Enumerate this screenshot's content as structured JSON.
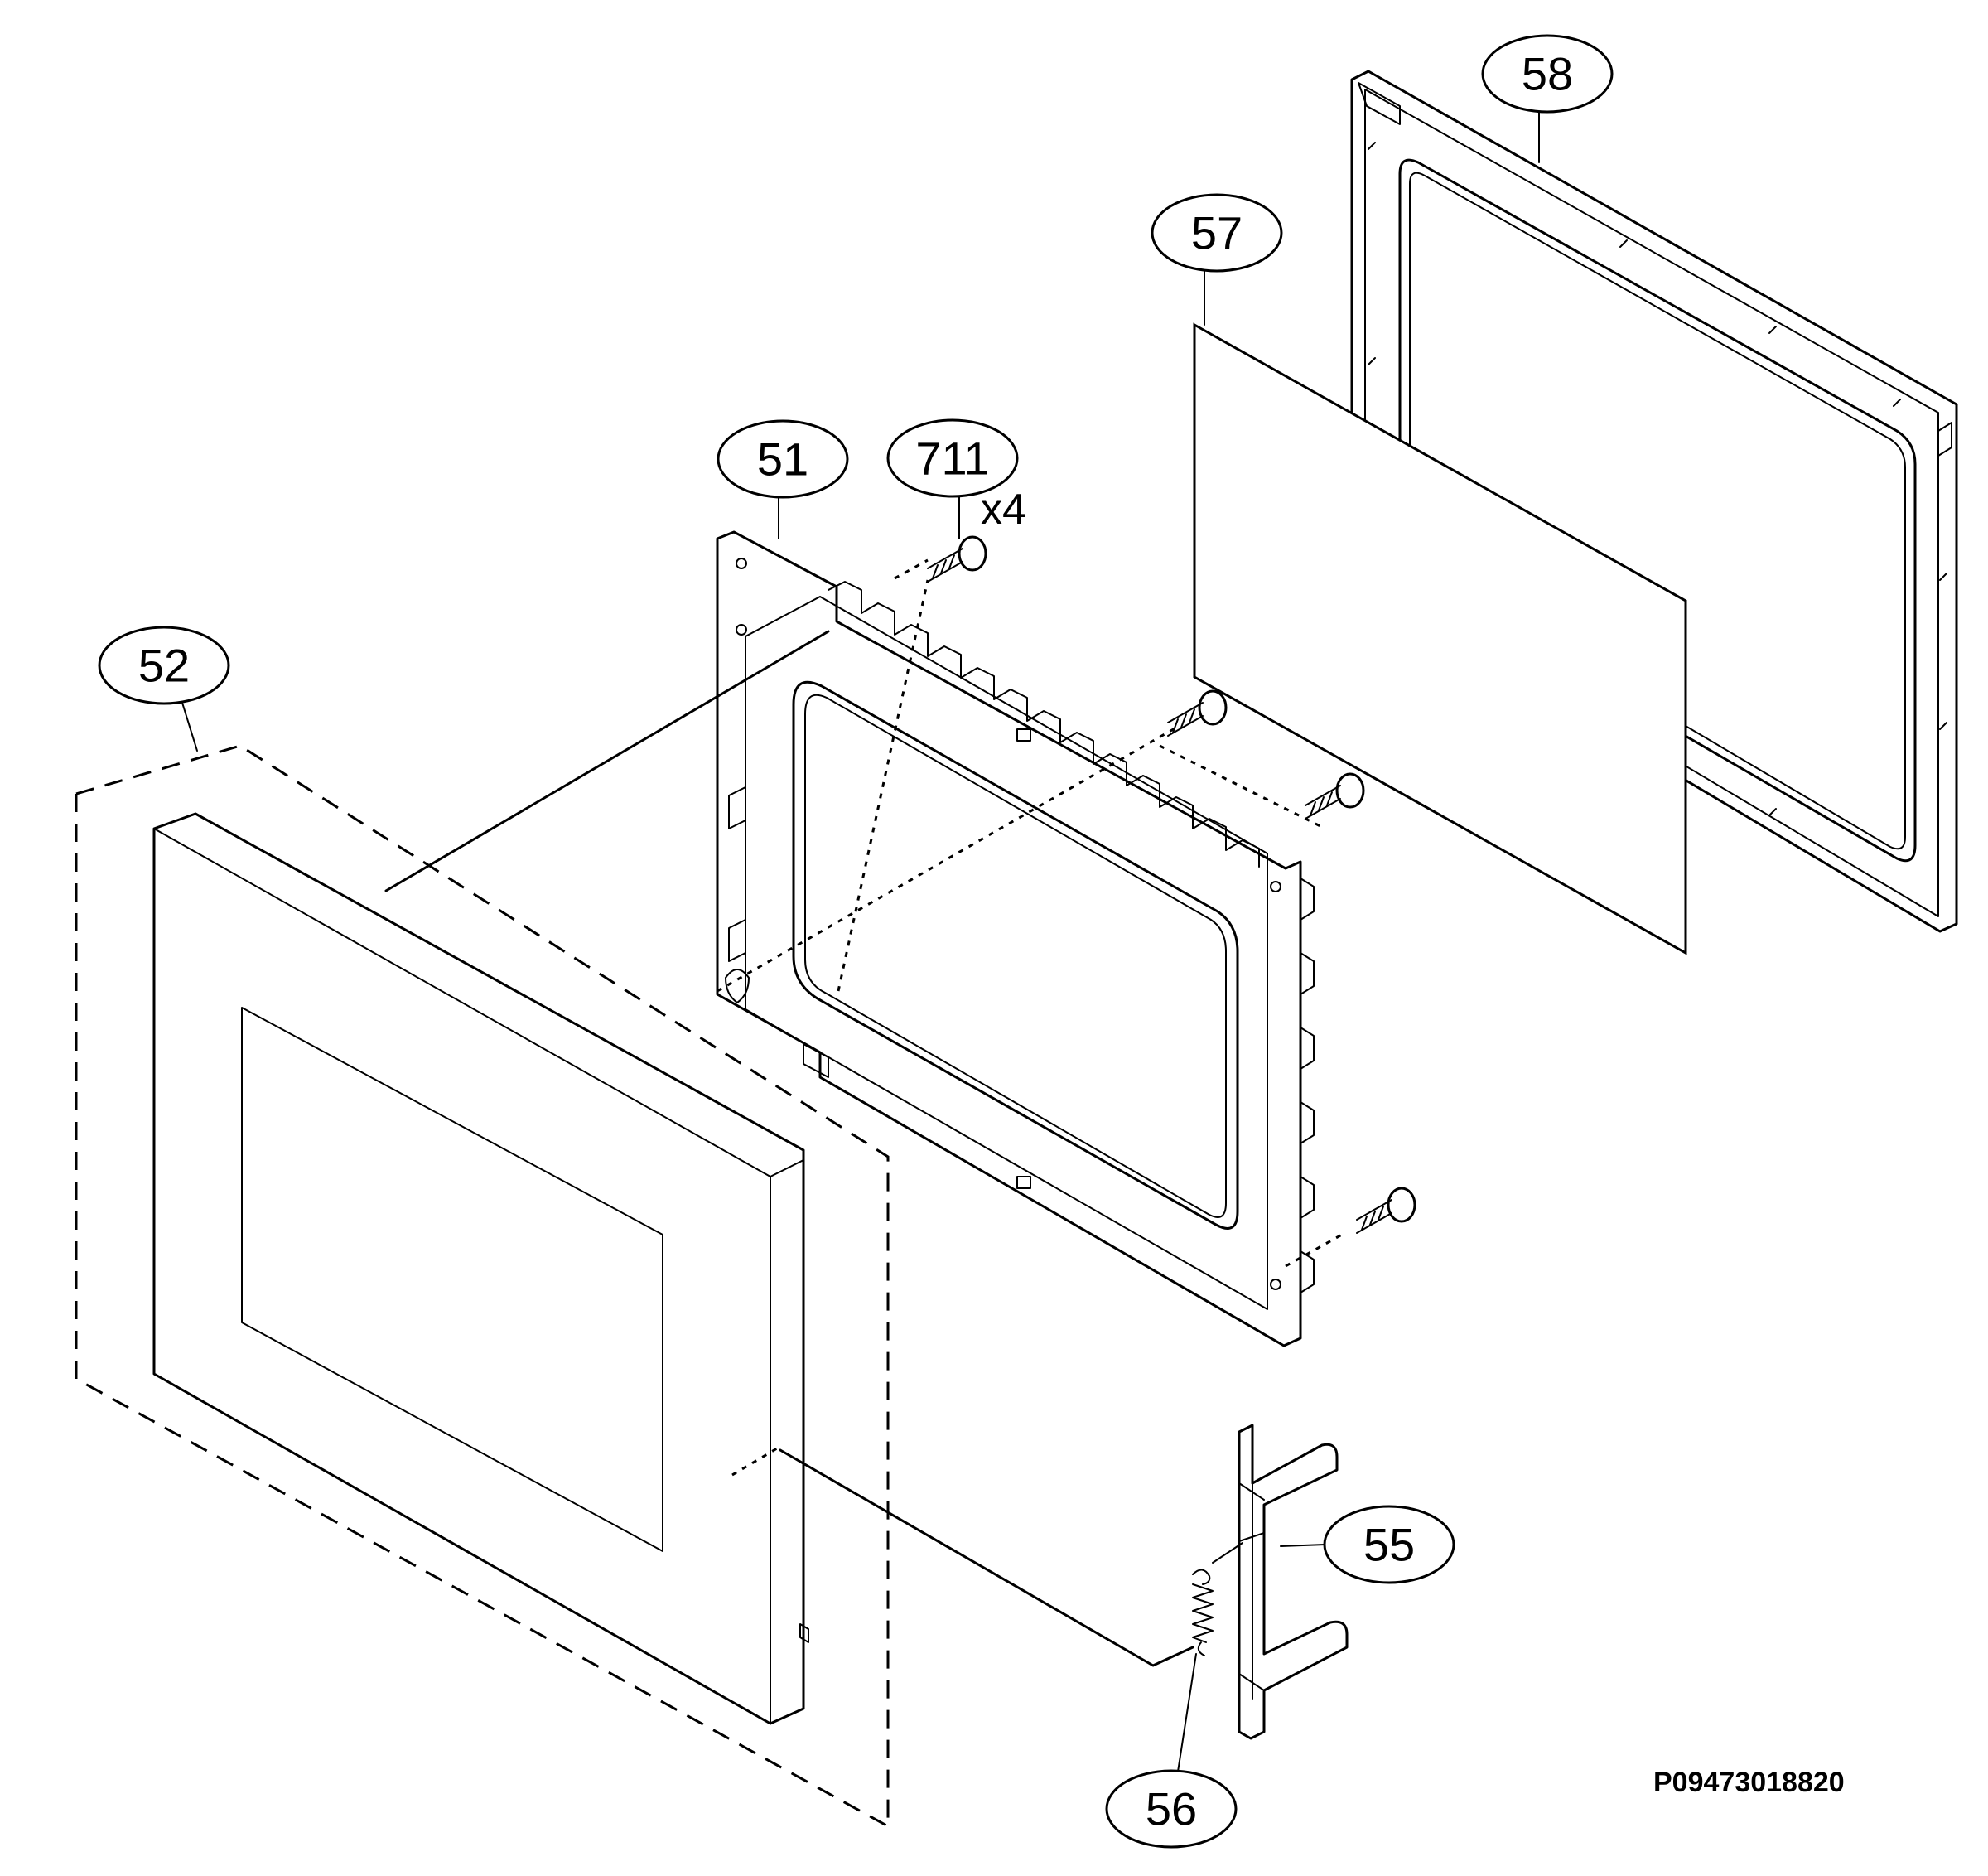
{
  "diagram": {
    "callouts": [
      {
        "id": "52",
        "label": "52"
      },
      {
        "id": "51",
        "label": "51"
      },
      {
        "id": "711",
        "label": "711"
      },
      {
        "id": "57",
        "label": "57"
      },
      {
        "id": "58",
        "label": "58"
      },
      {
        "id": "55",
        "label": "55"
      },
      {
        "id": "56",
        "label": "56"
      }
    ],
    "quantity_711": "x4",
    "drawing_code": "P09473018820"
  }
}
